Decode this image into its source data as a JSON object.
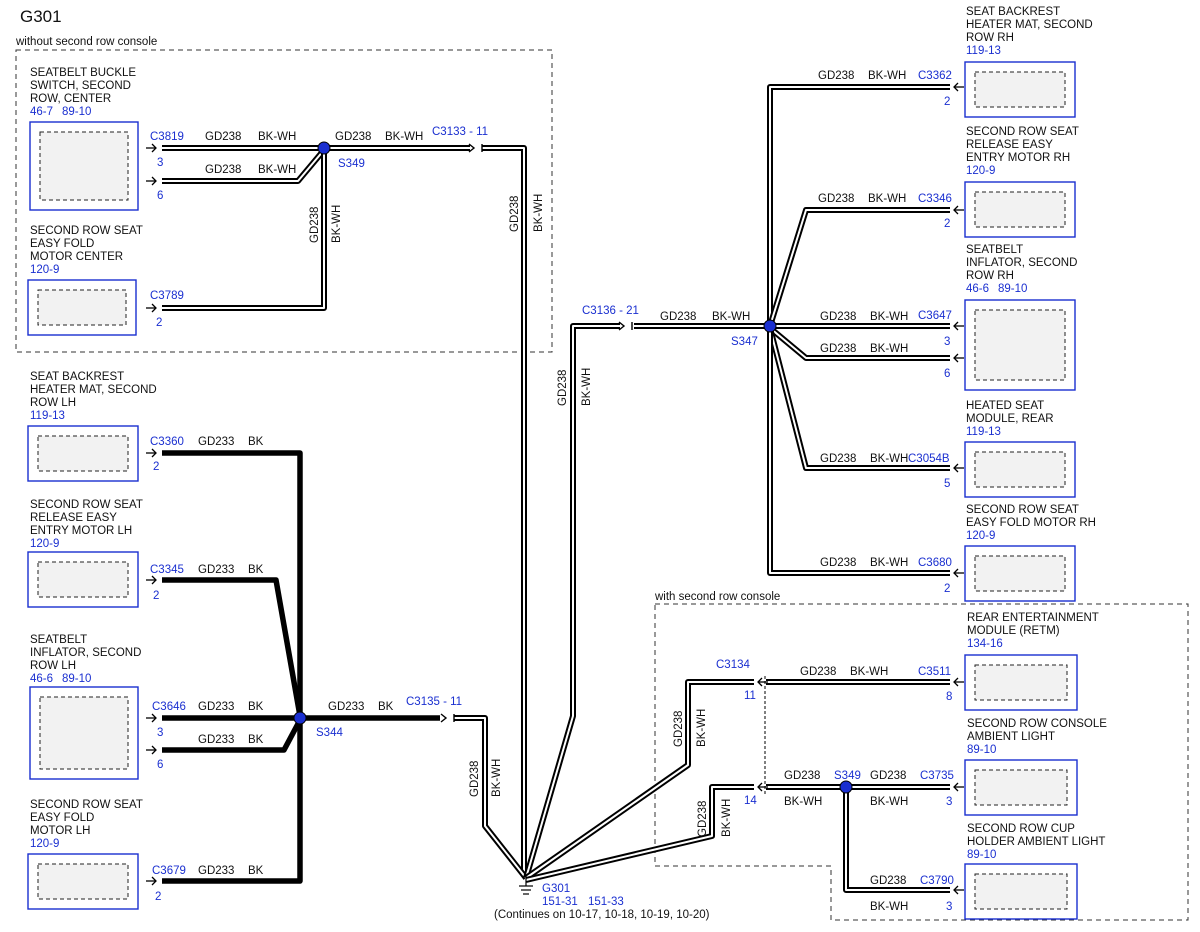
{
  "title": "G301",
  "regions": [
    {
      "id": "r-no-console",
      "label": "without second row console"
    },
    {
      "id": "r-console",
      "label": "with second row console"
    }
  ],
  "components": [
    {
      "id": "sbb-center",
      "lines": [
        "SEATBELT BUCKLE",
        "SWITCH, SECOND",
        "ROW, CENTER"
      ],
      "refs": [
        "46-7",
        "89-10"
      ]
    },
    {
      "id": "sf-center",
      "lines": [
        "SECOND ROW SEAT",
        "EASY FOLD",
        "MOTOR CENTER"
      ],
      "refs": [
        "120-9"
      ]
    },
    {
      "id": "heat-lh",
      "lines": [
        "SEAT BACKREST",
        "HEATER MAT, SECOND",
        "ROW LH"
      ],
      "refs": [
        "119-13"
      ]
    },
    {
      "id": "rel-lh",
      "lines": [
        "SECOND ROW SEAT",
        "RELEASE EASY",
        "ENTRY MOTOR LH"
      ],
      "refs": [
        "120-9"
      ]
    },
    {
      "id": "inf-lh",
      "lines": [
        "SEATBELT",
        "INFLATOR, SECOND",
        "ROW LH"
      ],
      "refs": [
        "46-6",
        "89-10"
      ]
    },
    {
      "id": "sf-lh",
      "lines": [
        "SECOND ROW SEAT",
        "EASY FOLD",
        "MOTOR LH"
      ],
      "refs": [
        "120-9"
      ]
    },
    {
      "id": "heat-rh",
      "lines": [
        "SEAT BACKREST",
        "HEATER MAT, SECOND",
        "ROW RH"
      ],
      "refs": [
        "119-13"
      ]
    },
    {
      "id": "rel-rh",
      "lines": [
        "SECOND ROW SEAT",
        "RELEASE EASY",
        "ENTRY MOTOR RH"
      ],
      "refs": [
        "120-9"
      ]
    },
    {
      "id": "inf-rh",
      "lines": [
        "SEATBELT",
        "INFLATOR, SECOND",
        "ROW RH"
      ],
      "refs": [
        "46-6",
        "89-10"
      ]
    },
    {
      "id": "hsm",
      "lines": [
        "HEATED SEAT",
        "MODULE, REAR"
      ],
      "refs": [
        "119-13"
      ]
    },
    {
      "id": "sf-rh",
      "lines": [
        "SECOND ROW SEAT",
        "EASY FOLD MOTOR RH"
      ],
      "refs": [
        "120-9"
      ]
    },
    {
      "id": "retm",
      "lines": [
        "REAR ENTERTAINMENT",
        "MODULE (RETM)"
      ],
      "refs": [
        "134-16"
      ]
    },
    {
      "id": "amb",
      "lines": [
        "SECOND ROW CONSOLE",
        "AMBIENT LIGHT"
      ],
      "refs": [
        "89-10"
      ]
    },
    {
      "id": "cup",
      "lines": [
        "SECOND ROW CUP",
        "HOLDER AMBIENT LIGHT"
      ],
      "refs": [
        "89-10"
      ]
    }
  ],
  "connectors": [
    {
      "id": "c3819",
      "name": "C3819",
      "pins": [
        "3",
        "6"
      ]
    },
    {
      "id": "c3789",
      "name": "C3789",
      "pins": [
        "2"
      ]
    },
    {
      "id": "c3133",
      "name": "C3133",
      "pin": "11"
    },
    {
      "id": "c3360",
      "name": "C3360",
      "pins": [
        "2"
      ]
    },
    {
      "id": "c3345",
      "name": "C3345",
      "pins": [
        "2"
      ]
    },
    {
      "id": "c3646",
      "name": "C3646",
      "pins": [
        "3",
        "6"
      ]
    },
    {
      "id": "c3679",
      "name": "C3679",
      "pins": [
        "2"
      ]
    },
    {
      "id": "c3135",
      "name": "C3135",
      "pin": "11"
    },
    {
      "id": "c3136",
      "name": "C3136",
      "pin": "21"
    },
    {
      "id": "c3362",
      "name": "C3362",
      "pins": [
        "2"
      ]
    },
    {
      "id": "c3346",
      "name": "C3346",
      "pins": [
        "2"
      ]
    },
    {
      "id": "c3647",
      "name": "C3647",
      "pins": [
        "3",
        "6"
      ]
    },
    {
      "id": "c3054b",
      "name": "C3054B",
      "pins": [
        "5"
      ]
    },
    {
      "id": "c3680",
      "name": "C3680",
      "pins": [
        "2"
      ]
    },
    {
      "id": "c3134",
      "name": "C3134",
      "pins": [
        "11",
        "14"
      ]
    },
    {
      "id": "c3511",
      "name": "C3511",
      "pins": [
        "8"
      ]
    },
    {
      "id": "c3735",
      "name": "C3735",
      "pins": [
        "3"
      ]
    },
    {
      "id": "c3790",
      "name": "C3790",
      "pins": [
        "3"
      ]
    }
  ],
  "splices": [
    "S349",
    "S344",
    "S347",
    "S349"
  ],
  "wires": {
    "gd238": "GD238",
    "gd233": "GD233",
    "bkwh": "BK-WH",
    "bk": "BK"
  },
  "ground": {
    "name": "G301",
    "refs": [
      "151-31",
      "151-33"
    ],
    "note": "(Continues on 10-17, 10-18, 10-19, 10-20)"
  },
  "colors": {
    "wire": "#000000",
    "label_blue": "#1a2fd0",
    "splice": "#1a2fd0",
    "box_border": "#1a2fd0",
    "box_fill": "#f2f2f2"
  }
}
